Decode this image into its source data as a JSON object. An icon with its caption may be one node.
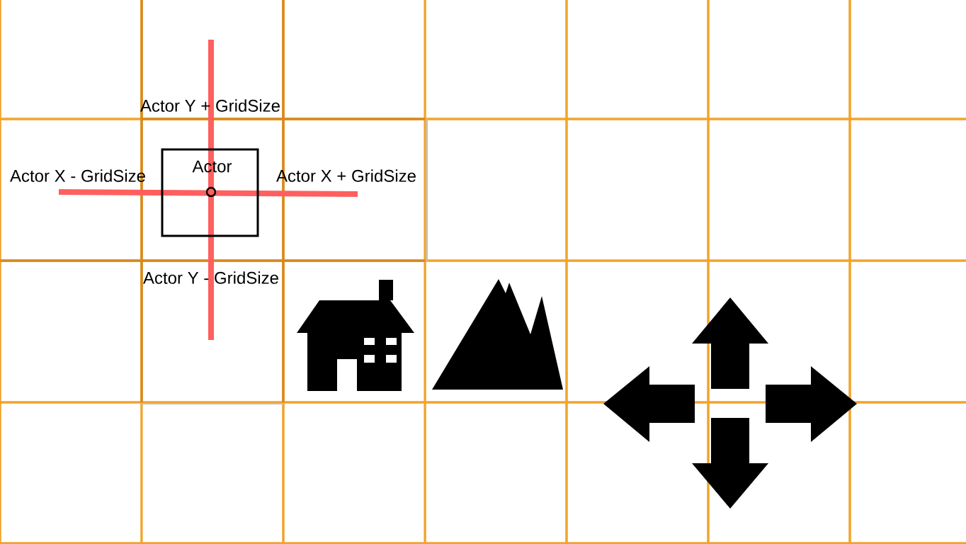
{
  "diagram": {
    "nodes": [
      {
        "text": [
          "Actor"
        ]
      }
    ],
    "labels": [
      "Actor Y + GridSize",
      "Actor X - GridSize",
      "Actor X + GridSize",
      "Actor Y - GridSize"
    ]
  }
}
